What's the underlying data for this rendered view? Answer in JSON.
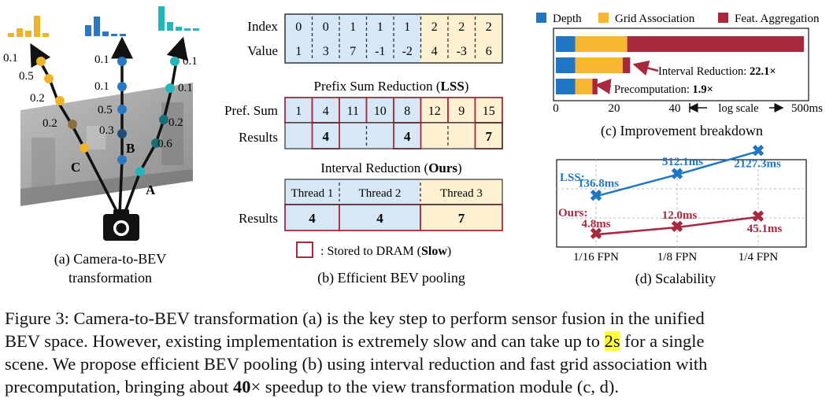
{
  "panel_a": {
    "points_c": [
      "0.1",
      "0.5",
      "0.2",
      "0.2"
    ],
    "points_b": [
      "0.1",
      "0.1",
      "0.5",
      "0.3"
    ],
    "points_a": [
      "0.1",
      "0.1",
      "0.2",
      "0.6"
    ],
    "label_c": "C",
    "label_b": "B",
    "label_a": "A",
    "caption_line1": "(a) Camera-to-BEV",
    "caption_line2": "transformation",
    "colors": {
      "c": "#f0b428",
      "b": "#2a78c0",
      "a": "#24b4bc"
    }
  },
  "panel_b": {
    "index_label": "Index",
    "value_label": "Value",
    "index": [
      "0",
      "0",
      "1",
      "1",
      "1",
      "2",
      "2",
      "2"
    ],
    "value": [
      "1",
      "3",
      "7",
      "-1",
      "-2",
      "4",
      "-3",
      "6"
    ],
    "lss_title_prefix": "Prefix Sum Reduction (",
    "lss_title_bold": "LSS",
    "lss_title_suffix": ")",
    "pref_sum_label": "Pref. Sum",
    "pref_sum": [
      "1",
      "4",
      "11",
      "10",
      "8",
      "12",
      "9",
      "15"
    ],
    "results_label": "Results",
    "lss_results": [
      "",
      "4",
      "",
      "",
      "4",
      "",
      "",
      "7"
    ],
    "ours_title_prefix": "Interval Reduction (",
    "ours_title_bold": "Ours",
    "ours_title_suffix": ")",
    "threads": [
      "Thread 1",
      "Thread 2",
      "Thread 3"
    ],
    "ours_results": [
      "4",
      "4",
      "7"
    ],
    "legend_prefix": ": Stored to DRAM (",
    "legend_bold": "Slow",
    "legend_suffix": ")",
    "caption": "(b) Efficient BEV pooling",
    "colors": {
      "blue": "#d6e8f5",
      "yellow": "#fdf1d2",
      "dram": "#a8283e"
    }
  },
  "panel_c": {
    "legend": [
      "Depth",
      "Grid Association",
      "Feat. Aggregation"
    ],
    "colors": [
      "#1f77c4",
      "#f7b731",
      "#a8283e"
    ],
    "annot_interval_prefix": "Interval Reduction: ",
    "annot_interval_value": "22.1×",
    "annot_precomp_prefix": "Precomputation: ",
    "annot_precomp_value": "1.9×",
    "axis_ticks": [
      "0",
      "20",
      "40",
      "500ms"
    ],
    "axis_note": "log scale",
    "caption": "(c) Improvement breakdown"
  },
  "panel_d": {
    "lss_label": "LSS:",
    "ours_label": "Ours:",
    "caption": "(d) Scalability"
  },
  "chart_data": [
    {
      "type": "bar",
      "stacked": true,
      "orientation": "horizontal",
      "series": [
        {
          "name": "Depth",
          "values": [
            6.5,
            6.5,
            6.5
          ]
        },
        {
          "name": "Grid Association",
          "values": [
            17.5,
            16.0,
            5.8
          ]
        },
        {
          "name": "Feat. Aggregation",
          "values": [
            469,
            2.5,
            1.7
          ]
        }
      ],
      "axis_ticks": [
        "0",
        "20",
        "40",
        "500ms"
      ],
      "xlabel": "log scale",
      "legend": "top"
    },
    {
      "type": "line",
      "categories": [
        "1/16 FPN",
        "1/8 FPN",
        "1/4 FPN"
      ],
      "series": [
        {
          "name": "LSS",
          "values": [
            136.8,
            512.1,
            2127.3
          ],
          "labels": [
            "136.8ms",
            "512.1ms",
            "2127.3ms"
          ]
        },
        {
          "name": "Ours",
          "values": [
            4.8,
            12.0,
            45.1
          ],
          "labels": [
            "4.8ms",
            "12.0ms",
            "45.1ms"
          ]
        }
      ],
      "colors": [
        "#1f77c4",
        "#a8283e"
      ],
      "grid": true
    }
  ],
  "caption": {
    "line1": "Figure 3: Camera-to-BEV transformation (a) is the key step to perform sensor fusion in the unified",
    "line2_prefix": "BEV space. However, existing implementation is extremely slow and can take up to ",
    "line2_highlight": "2s",
    "line2_suffix": " for a single",
    "line3": "scene. We propose efficient BEV pooling (b) using interval reduction and fast grid association with",
    "line4_prefix": "precomputation, bringing about ",
    "line4_bold": "40",
    "line4_suffix": "× speedup to the view transformation module (c, d)."
  }
}
